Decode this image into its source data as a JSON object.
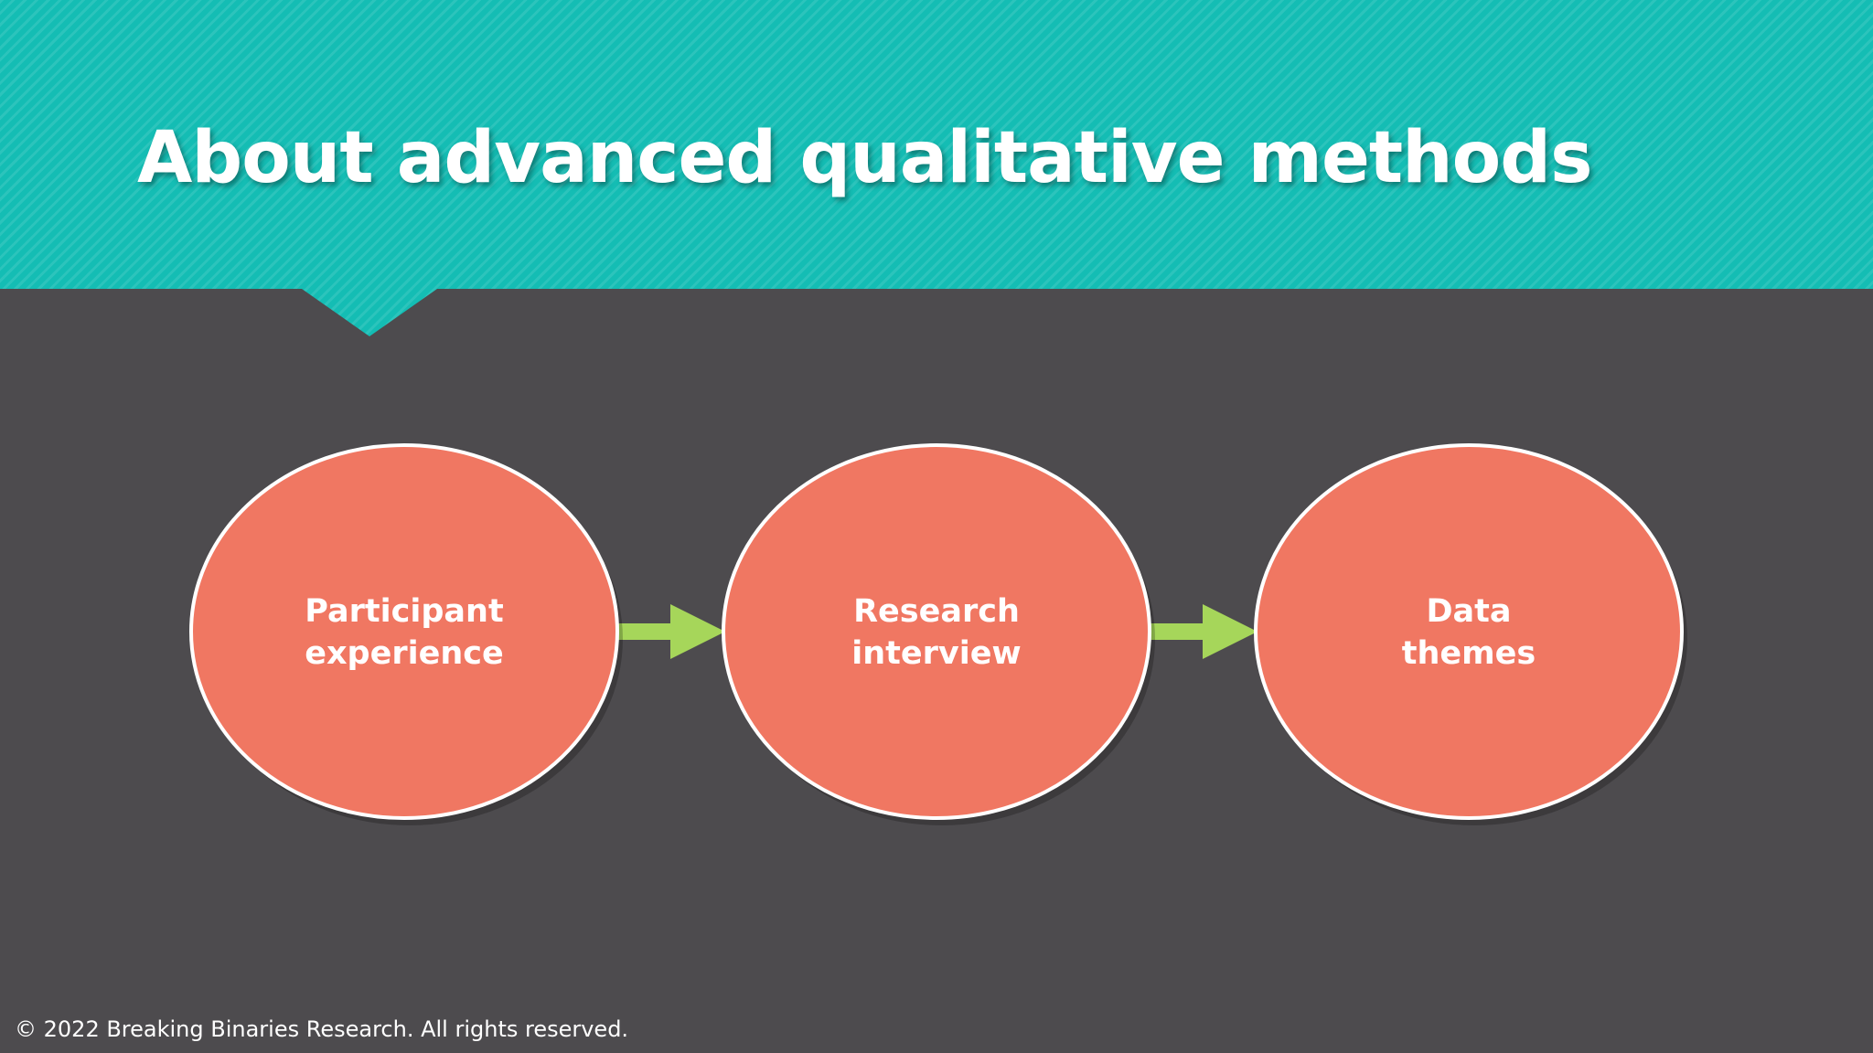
{
  "slide": {
    "title": "About advanced qualitative methods",
    "copyright": "© 2022 Breaking Binaries Research.  All rights reserved."
  },
  "colors": {
    "header": "#14bdb4",
    "background": "#4d4b4e",
    "node_fill": "#f07762",
    "node_stroke": "#ffffff",
    "arrow": "#a6d65a",
    "text": "#ffffff"
  },
  "diagram": {
    "nodes": [
      {
        "id": "n1",
        "lines": [
          "Participant",
          "experience"
        ]
      },
      {
        "id": "n2",
        "lines": [
          "Research",
          "interview"
        ]
      },
      {
        "id": "n3",
        "lines": [
          "Data",
          "themes"
        ]
      }
    ],
    "edges": [
      {
        "from": "n1",
        "to": "n2"
      },
      {
        "from": "n2",
        "to": "n3"
      }
    ]
  }
}
